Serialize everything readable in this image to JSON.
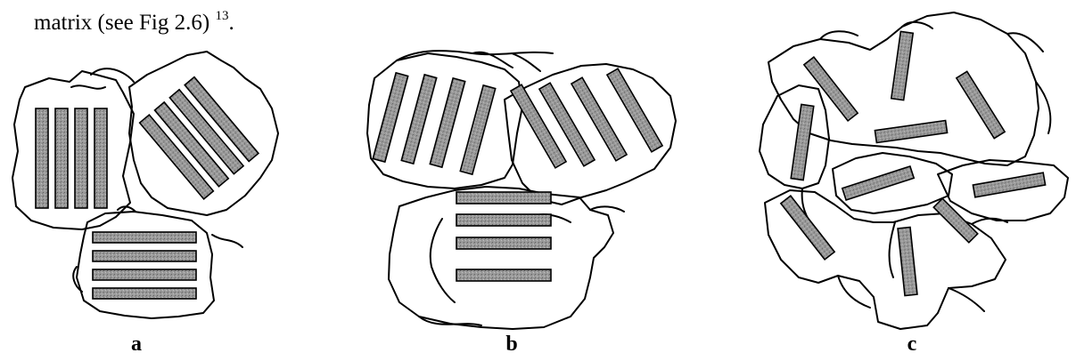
{
  "text": {
    "lead": "matrix  (see Fig 2.6)",
    "reference": "13",
    "period": "."
  },
  "panels": [
    {
      "label": "a"
    },
    {
      "label": "b"
    },
    {
      "label": "c"
    }
  ],
  "colors": {
    "platelet_fill": "#9a9a9a",
    "outline": "#000000"
  }
}
